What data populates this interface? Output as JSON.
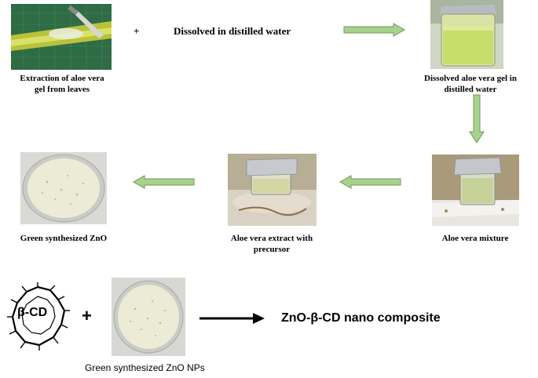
{
  "top_row": {
    "plus": "+",
    "step_label": "Dissolved in distilled water",
    "caption_leaves": [
      "Extraction of aloe vera",
      "gel from  leaves"
    ],
    "caption_beaker": [
      "Dissolved aloe vera gel in",
      "distilled water"
    ]
  },
  "middle_row": {
    "caption_mixture": "Aloe vera mixture",
    "caption_extract": [
      "Aloe vera extract with",
      "precursor"
    ],
    "caption_zno": "Green synthesized  ZnO"
  },
  "bottom_row": {
    "cd_label": "β-CD",
    "plus": "+",
    "zno_caption": "Green synthesized ZnO NPs",
    "product": "ZnO-β-CD nano composite"
  },
  "colors": {
    "arrow_fill": "#a9d18e",
    "arrow_stroke": "#6a9a55",
    "black_arrow": "#000000"
  }
}
